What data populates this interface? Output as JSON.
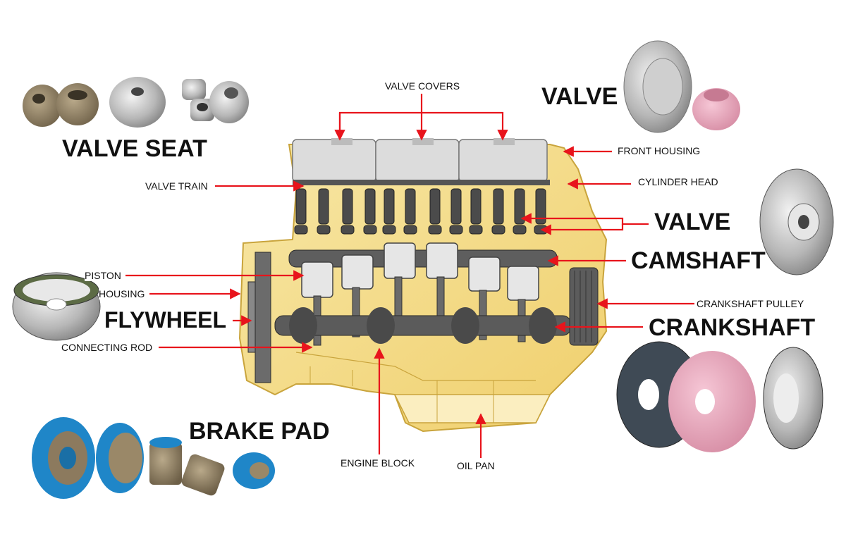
{
  "labels": {
    "valve_covers": "VALVE COVERS",
    "front_housing": "FRONT HOUSING",
    "cylinder_head": "CYLINDER HEAD",
    "valve_train": "VALVE TRAIN",
    "piston": "PISTON",
    "housing": "HOUSING",
    "connecting_rod": "CONNECTING ROD",
    "crankshaft_pulley": "CRANKSHAFT PULLEY",
    "engine_block": "ENGINE BLOCK",
    "oil_pan": "OIL PAN"
  },
  "callouts": {
    "valve_seat": "VALVE SEAT",
    "valve_top": "VALVE",
    "valve_mid": "VALVE",
    "camshaft": "CAMSHAFT",
    "flywheel": "FLYWHEEL",
    "crankshaft": "CRANKSHAFT",
    "brake_pad": "BRAKE PAD"
  },
  "colors": {
    "arrow": "#e8141c",
    "engine_block": "#f3dc8a",
    "engine_outline": "#c9a43c",
    "steel": "#9a9a9a",
    "dark_metal": "#5a5a5a",
    "pink_wheel": "#e9a3ba",
    "blue_tool": "#1f86c8",
    "bronze": "#8c7a5e"
  }
}
